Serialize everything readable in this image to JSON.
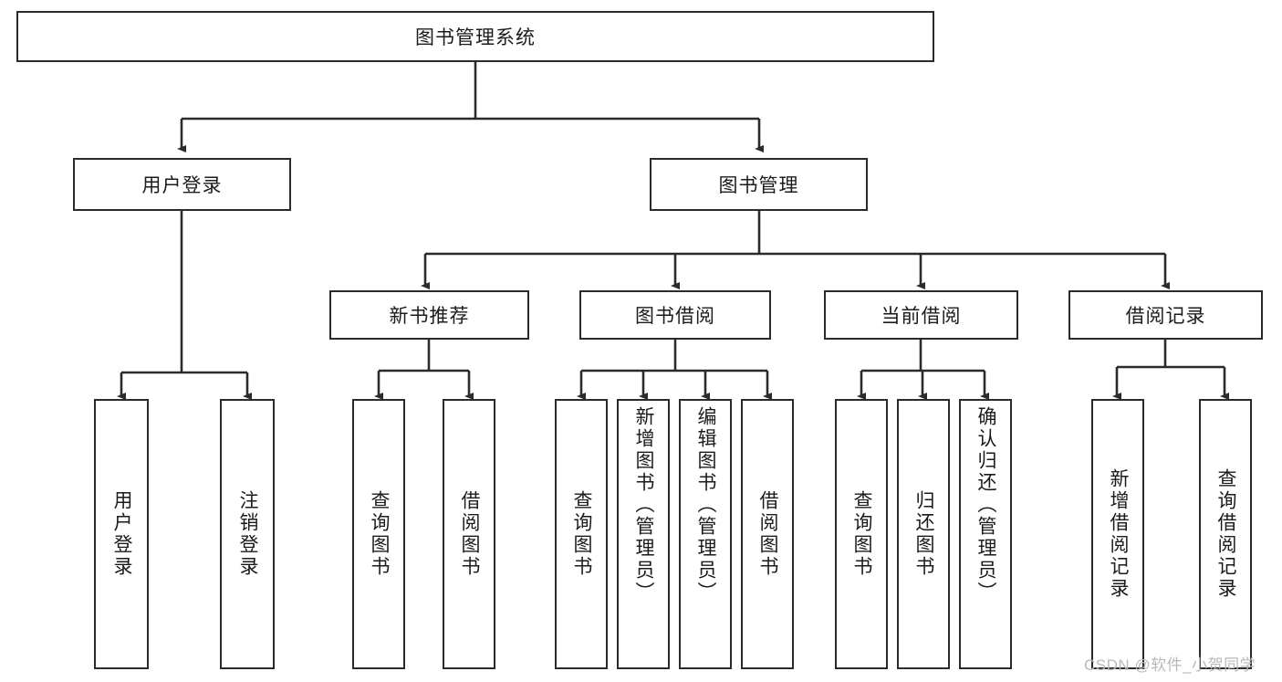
{
  "diagram": {
    "title": "图书管理系统",
    "type": "tree-hierarchy-diagram",
    "colors": {
      "stroke": "#2b2b2b",
      "fill": "#ffffff",
      "text": "#1b1b1b",
      "watermark": "#b9b9b9"
    }
  },
  "root": {
    "label": "图书管理系统"
  },
  "level2": [
    {
      "label": "用户登录"
    },
    {
      "label": "图书管理"
    }
  ],
  "level3": [
    {
      "label": "新书推荐"
    },
    {
      "label": "图书借阅"
    },
    {
      "label": "当前借阅"
    },
    {
      "label": "借阅记录"
    }
  ],
  "leaves": {
    "user_login": [
      {
        "label": "用户登录"
      },
      {
        "label": "注销登录"
      }
    ],
    "new_book_recommend": [
      {
        "label": "查询图书"
      },
      {
        "label": "借阅图书"
      }
    ],
    "book_borrow": [
      {
        "label": "查询图书"
      },
      {
        "label": "新增图书（管理员）"
      },
      {
        "label": "编辑图书（管理员）"
      },
      {
        "label": "借阅图书"
      }
    ],
    "current_borrow": [
      {
        "label": "查询图书"
      },
      {
        "label": "归还图书"
      },
      {
        "label": "确认归还（管理员）"
      }
    ],
    "borrow_records": [
      {
        "label": "新增借阅记录"
      },
      {
        "label": "查询借阅记录"
      }
    ]
  },
  "watermark": {
    "text": "CSDN @软件_小贺同学"
  }
}
